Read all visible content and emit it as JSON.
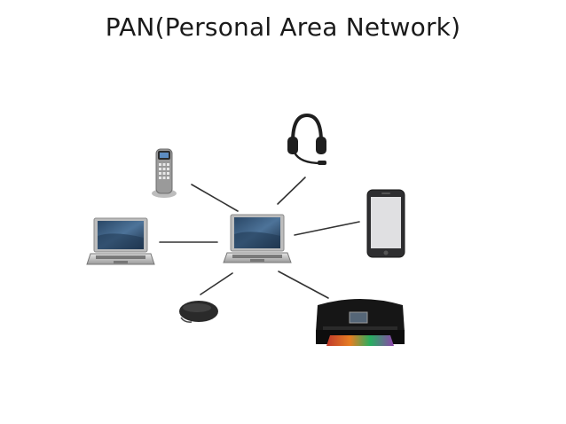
{
  "title": "PAN(Personal Area Network)",
  "nodes": [
    {
      "id": "center-laptop",
      "icon": "laptop-icon"
    },
    {
      "id": "left-laptop",
      "icon": "laptop-icon"
    },
    {
      "id": "cordless-phone",
      "icon": "cordless-phone-icon"
    },
    {
      "id": "headset",
      "icon": "headset-icon"
    },
    {
      "id": "smartphone",
      "icon": "smartphone-icon"
    },
    {
      "id": "mouse",
      "icon": "mouse-icon"
    },
    {
      "id": "printer",
      "icon": "printer-icon"
    }
  ],
  "connections": [
    {
      "from": "center-laptop",
      "to": "left-laptop"
    },
    {
      "from": "center-laptop",
      "to": "cordless-phone"
    },
    {
      "from": "center-laptop",
      "to": "headset"
    },
    {
      "from": "center-laptop",
      "to": "smartphone"
    },
    {
      "from": "center-laptop",
      "to": "mouse"
    },
    {
      "from": "center-laptop",
      "to": "printer"
    }
  ],
  "colors": {
    "background": "#ffffff",
    "link": "#333333",
    "device_dark": "#2b2b2b",
    "screen": "#3a5a7a"
  }
}
